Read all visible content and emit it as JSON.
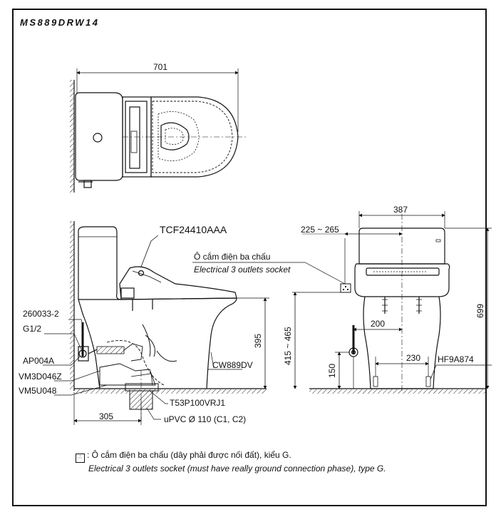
{
  "model": "MS889DRW14",
  "dimensions": {
    "top_width": "701",
    "rear_wall": "305",
    "seat_height": "395",
    "socket_height": "415 ~ 465",
    "socket_offset": "225 ~ 265",
    "front_width": "387",
    "total_height": "699",
    "inlet_offset": "200",
    "inlet_height": "150",
    "bolt_spacing": "230"
  },
  "parts": {
    "seat": "TCF24410AAA",
    "bowl": "CW889DV",
    "part_260033": "260033-2",
    "thread": "G1/2",
    "ap004a": "AP004A",
    "vm3d": "VM3D046Z",
    "vm5u": "VM5U048",
    "flange": "T53P100VRJ1",
    "pipe": "uPVC Ø 110 (C1, C2)",
    "bolt": "HF9A874"
  },
  "socket_label": {
    "vi": "Ô cắm điện ba chấu",
    "en": "Electrical 3 outlets socket"
  },
  "footnote": {
    "vi": ": Ô cắm điện ba chấu (dây phải được nối đất), kiểu G.",
    "en": "Electrical 3 outlets socket (must have really ground connection phase), type G."
  }
}
